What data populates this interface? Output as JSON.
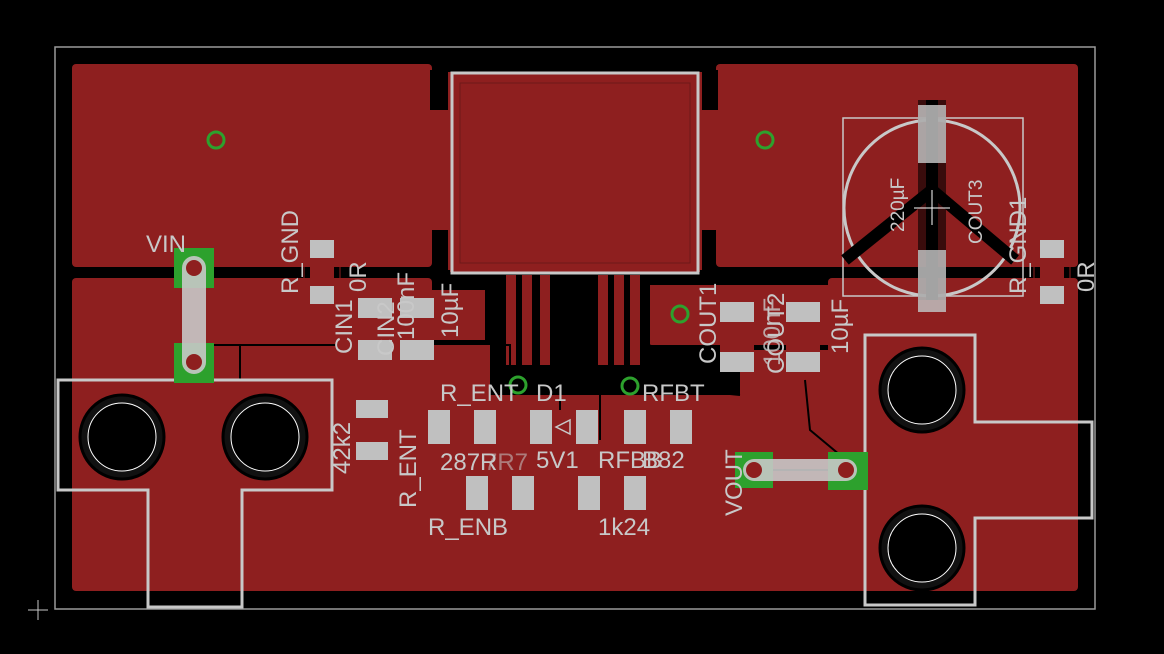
{
  "labels": {
    "vin": "VIN",
    "r_gnd": "R_GND",
    "r_gnd_val": "0R",
    "cin1": "CIN1",
    "cin2": "CIN2",
    "cin2_val": "100nF",
    "cin1_val": "10µF",
    "k42": "42k2",
    "r_ent": "R_ENT",
    "r_enb": "R_ENB",
    "r_ent_top": "R_ENT",
    "d1": "D1",
    "v51": "5V1",
    "rfbt": "RFBT",
    "rfbb": "RFBB",
    "k1_24": "1k24",
    "r287": "287R",
    "r7": "7R7",
    "b82": "B82",
    "cout1": "COUT1",
    "cout2": "COUT2",
    "cout2_val": "100nF",
    "cout1_val": "10µF",
    "vout": "VOUT",
    "cout3": "COUT3",
    "c220": "220µF",
    "r_gnd1": "R_GND1",
    "r_gnd1_val": "0R"
  },
  "colors": {
    "copper": "#8e1f1f",
    "silkscreen": "#c8c8c8",
    "via": "#2da12d",
    "pad": "#c0c0c0",
    "background": "#000000"
  }
}
